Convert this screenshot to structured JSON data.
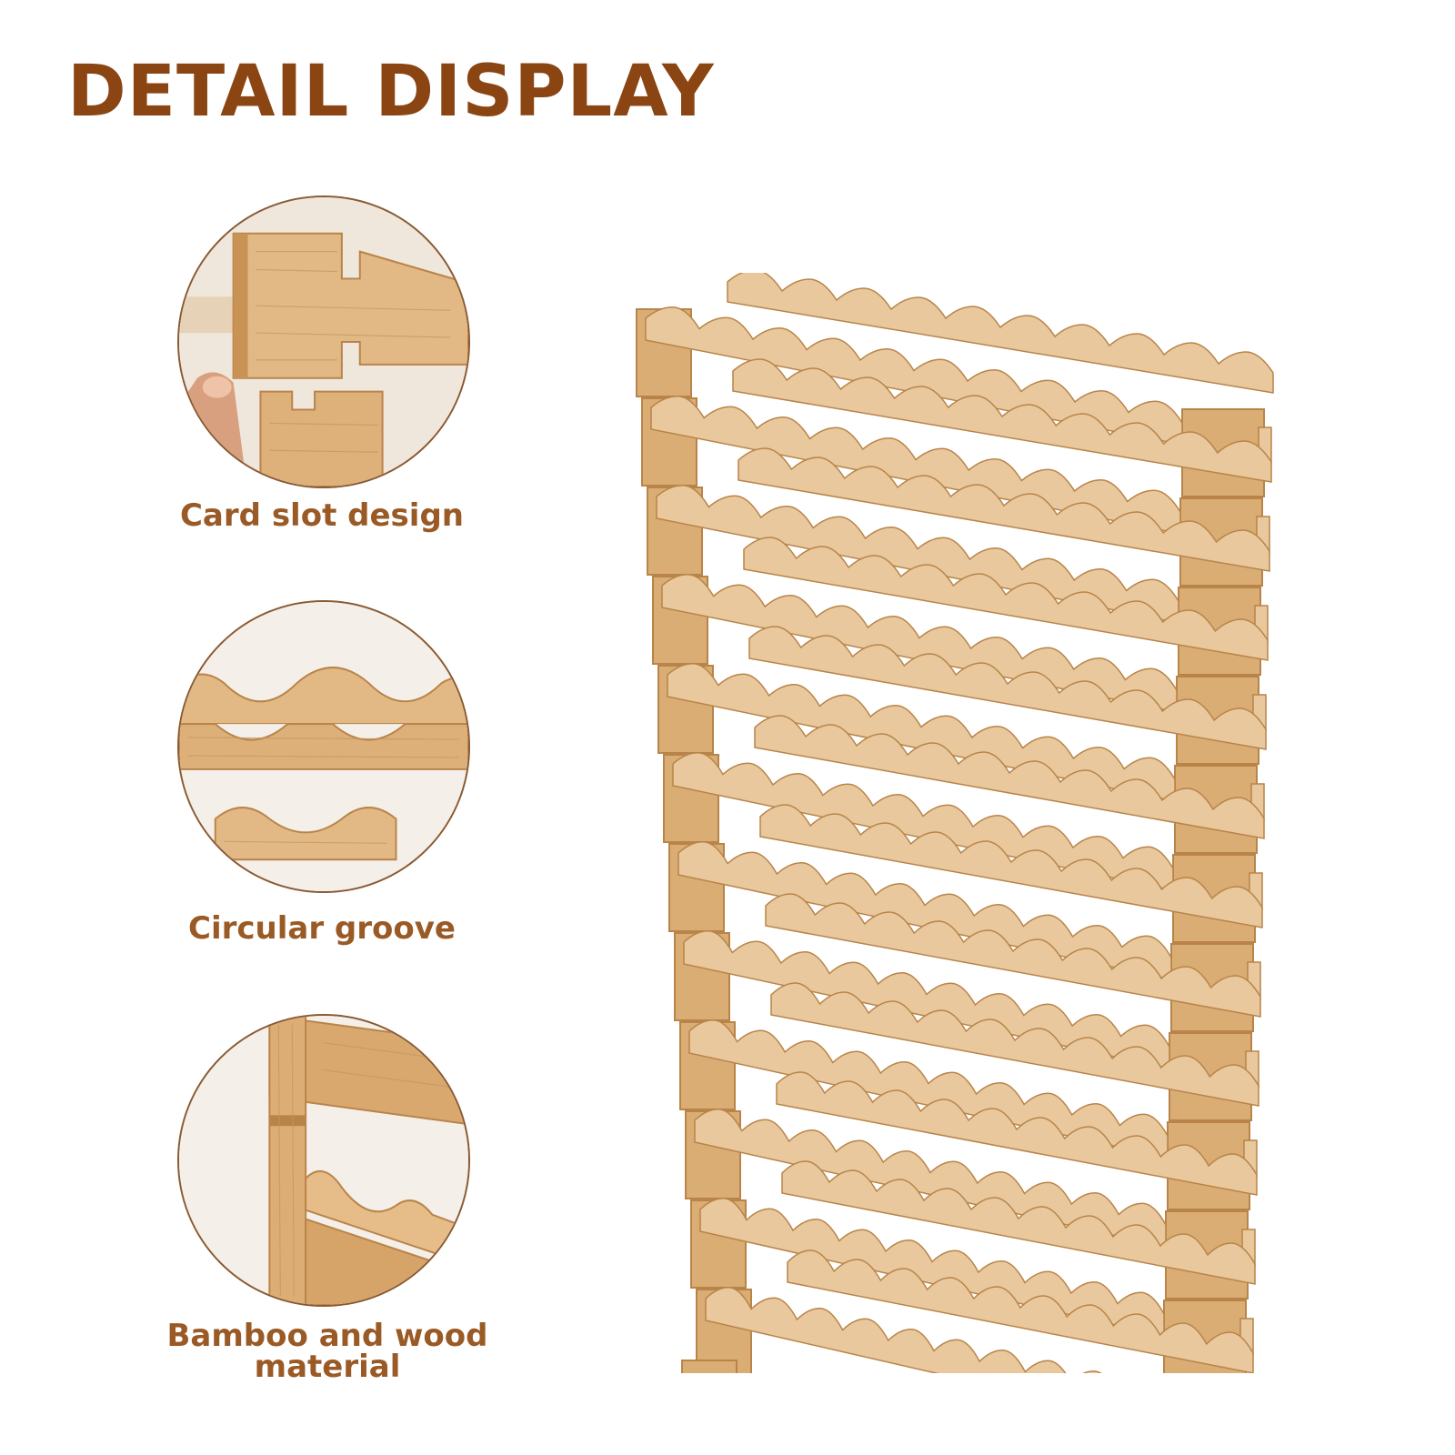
{
  "page": {
    "title": "DETAIL DISPLAY"
  },
  "details": [
    {
      "caption": "Card slot design",
      "icon": "card-slot-photo"
    },
    {
      "caption": "Circular groove",
      "icon": "circular-groove-photo"
    },
    {
      "caption": "Bamboo and wood material",
      "icon": "bamboo-material-photo"
    }
  ],
  "product": {
    "icon": "bamboo-wine-rack-photo",
    "tiers": 12
  },
  "colors": {
    "title": "#8a4513",
    "caption": "#9a5a26",
    "bamboo_light": "#e8c89c",
    "bamboo_mid": "#d9ad73",
    "bamboo_dark": "#b98449",
    "circle_border": "#8a5a32"
  }
}
